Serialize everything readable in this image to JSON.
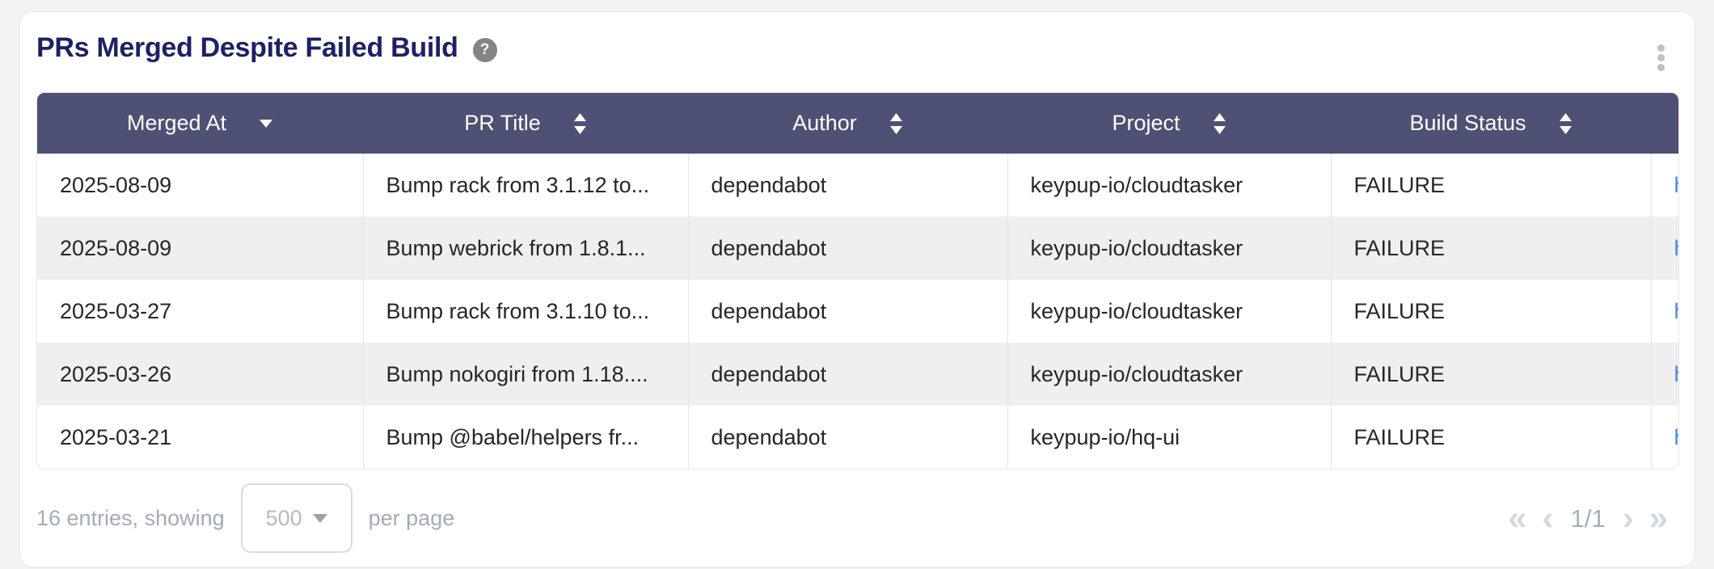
{
  "card": {
    "title": "PRs Merged Despite Failed Build",
    "help_glyph": "?",
    "colors": {
      "header_bg": "#4e5074",
      "title": "#1d2164",
      "link": "#4b82e8",
      "zebra_row": "#efefef",
      "page_bg": "#f2f3f5"
    }
  },
  "table": {
    "columns": [
      {
        "label": "Merged At",
        "sort": "desc"
      },
      {
        "label": "PR Title",
        "sort": "both"
      },
      {
        "label": "Author",
        "sort": "both"
      },
      {
        "label": "Project",
        "sort": "both"
      },
      {
        "label": "Build Status",
        "sort": "both"
      },
      {
        "label": "",
        "sort": "none"
      }
    ],
    "rows": [
      {
        "merged_at": "2025-08-09",
        "pr_title": "Bump rack from 3.1.12 to...",
        "author": "dependabot",
        "project": "keypup-io/cloudtasker",
        "build_status": "FAILURE",
        "link": "h"
      },
      {
        "merged_at": "2025-08-09",
        "pr_title": "Bump webrick from 1.8.1...",
        "author": "dependabot",
        "project": "keypup-io/cloudtasker",
        "build_status": "FAILURE",
        "link": "h"
      },
      {
        "merged_at": "2025-03-27",
        "pr_title": "Bump rack from 3.1.10 to...",
        "author": "dependabot",
        "project": "keypup-io/cloudtasker",
        "build_status": "FAILURE",
        "link": "h"
      },
      {
        "merged_at": "2025-03-26",
        "pr_title": "Bump nokogiri from 1.18....",
        "author": "dependabot",
        "project": "keypup-io/cloudtasker",
        "build_status": "FAILURE",
        "link": "h"
      },
      {
        "merged_at": "2025-03-21",
        "pr_title": "Bump @babel/helpers fr...",
        "author": "dependabot",
        "project": "keypup-io/hq-ui",
        "build_status": "FAILURE",
        "link": "h"
      }
    ]
  },
  "footer": {
    "entries_text": "16 entries, showing",
    "page_size": "500",
    "per_page_text": "per page",
    "page_indicator": "1/1",
    "first_glyph": "«",
    "prev_glyph": "‹",
    "next_glyph": "›",
    "last_glyph": "»"
  }
}
